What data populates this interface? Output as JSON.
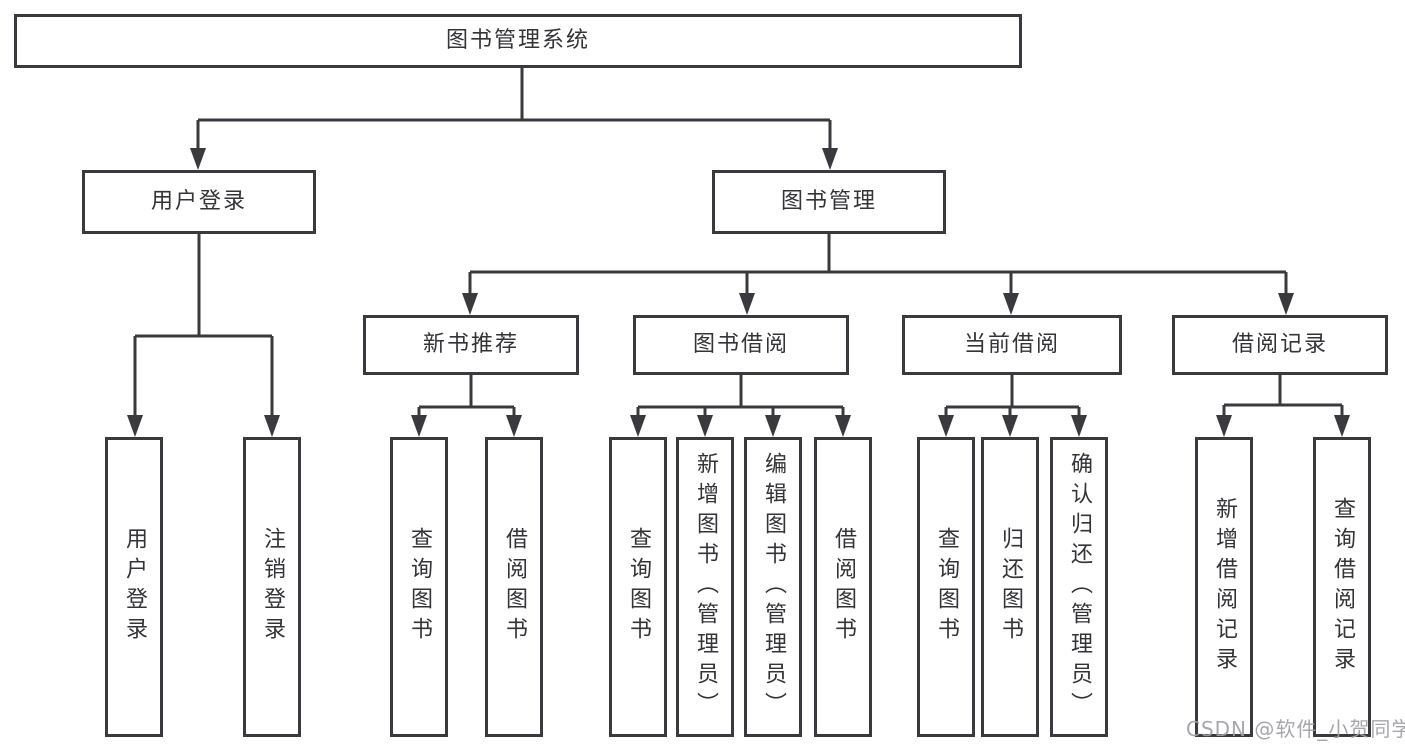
{
  "diagram": {
    "type": "functional-structure-chart",
    "colors": {
      "line": "#3a3a3e",
      "box_border": "#3a3a3e",
      "text": "#333338",
      "background": "#ffffff",
      "watermark": "#9ea0a6"
    },
    "watermark": "CSDN @软件_小贺同学"
  },
  "tree": {
    "label": "图书管理系统",
    "children": [
      {
        "label": "用户登录",
        "children": [
          {
            "label": "用户登录"
          },
          {
            "label": "注销登录"
          }
        ]
      },
      {
        "label": "图书管理",
        "children": [
          {
            "label": "新书推荐",
            "children": [
              {
                "label": "查询图书"
              },
              {
                "label": "借阅图书"
              }
            ]
          },
          {
            "label": "图书借阅",
            "children": [
              {
                "label": "查询图书"
              },
              {
                "label": "新增图书（管理员）"
              },
              {
                "label": "编辑图书（管理员）"
              },
              {
                "label": "借阅图书"
              }
            ]
          },
          {
            "label": "当前借阅",
            "children": [
              {
                "label": "查询图书"
              },
              {
                "label": "归还图书"
              },
              {
                "label": "确认归还（管理员）"
              }
            ]
          },
          {
            "label": "借阅记录",
            "children": [
              {
                "label": "新增借阅记录"
              },
              {
                "label": "查询借阅记录"
              }
            ]
          }
        ]
      }
    ]
  }
}
